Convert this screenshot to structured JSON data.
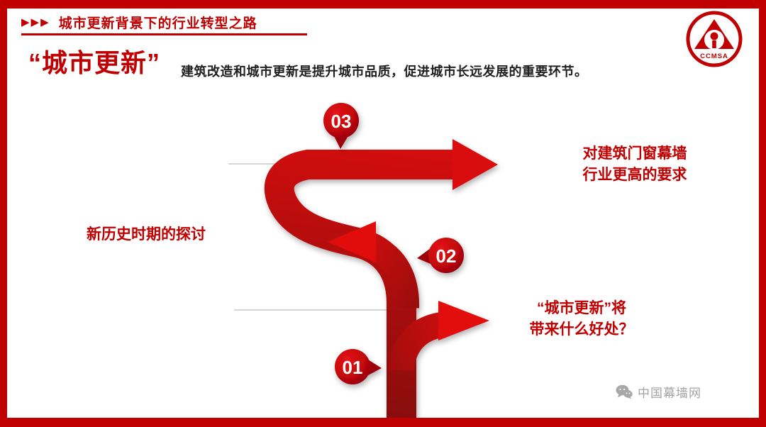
{
  "colors": {
    "brand_red": "#c00000",
    "arrow_bright_red": "#e20a0e",
    "arrow_dark_red": "#870a0b",
    "text_dark": "#1f1f1f",
    "watermark_gray": "#a3a3a3"
  },
  "header": {
    "bullets": "▶▶▶",
    "title": "城市更新背景下的行业转型之路"
  },
  "logo": {
    "icon": "ccmsa-association-logo",
    "caption": "CCMSA"
  },
  "lead": {
    "title": "“城市更新”",
    "description": "建筑改造和城市更新是提升城市品质，促进城市长远发展的重要环节。"
  },
  "diagram": {
    "type": "winding-arrow-steps",
    "steps": [
      {
        "number": "01",
        "label_line1": "“城市更新”将",
        "label_line2": "带来什么好处？"
      },
      {
        "number": "02",
        "label_line1": "新历史时期的探讨",
        "label_line2": ""
      },
      {
        "number": "03",
        "label_line1": "对建筑门窗幕墙",
        "label_line2": "行业更高的要求"
      }
    ]
  },
  "watermark": {
    "icon": "wechat-icon",
    "text": "中国幕墙网"
  }
}
